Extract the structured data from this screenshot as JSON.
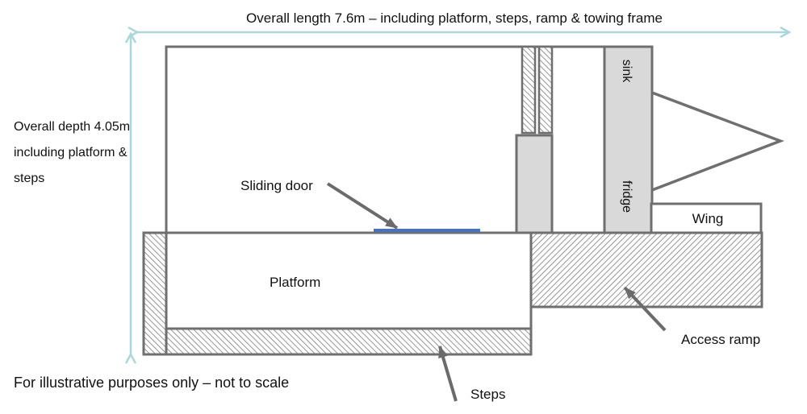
{
  "diagram": {
    "title": "Trailer floor plan",
    "dimensions": {
      "overall_length": "Overall length 7.6m – including platform, steps, ramp & towing frame",
      "overall_depth_lines": [
        "Overall depth 4.05m",
        "including platform &",
        "steps"
      ]
    },
    "labels": {
      "sink": "sink",
      "fridge": "fridge",
      "wing": "Wing",
      "sliding_door": "Sliding door",
      "platform": "Platform",
      "access_ramp": "Access ramp",
      "steps": "Steps"
    },
    "disclaimer": "For illustrative purposes only – not to scale",
    "colors": {
      "wall": "#6f6f6f",
      "dimension_line": "#a8d8dc",
      "sliding_door": "#4472c4",
      "appliance_fill": "#d9d9d9",
      "hatch": "#7a7a7a"
    }
  }
}
